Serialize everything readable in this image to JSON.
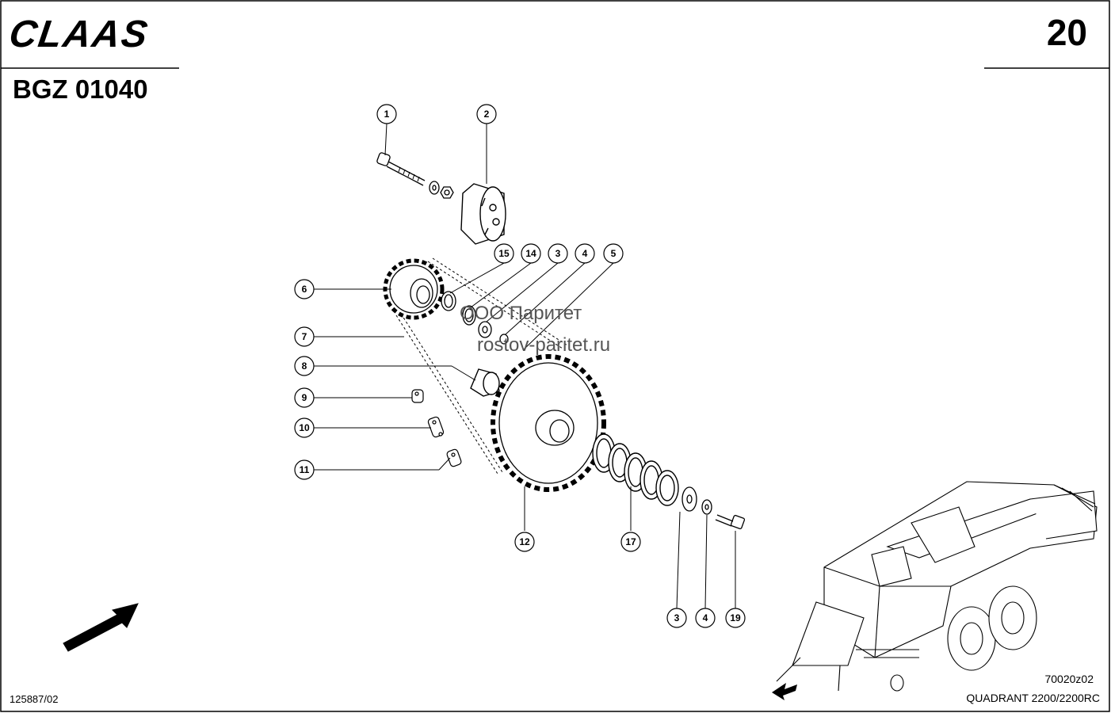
{
  "header": {
    "brand": "CLAAS",
    "page_number": "20",
    "group_code": "BGZ 01040"
  },
  "watermark": {
    "line1": "ООО Паритет",
    "line2": "rostov-paritet.ru"
  },
  "footer": {
    "left_code": "125887/02",
    "image_code": "70020z02",
    "model": "QUADRANT 2200/2200RC"
  },
  "callouts": [
    "1",
    "2",
    "15",
    "14",
    "3",
    "4",
    "5",
    "6",
    "7",
    "8",
    "9",
    "10",
    "11",
    "12",
    "17",
    "3",
    "4",
    "19"
  ]
}
